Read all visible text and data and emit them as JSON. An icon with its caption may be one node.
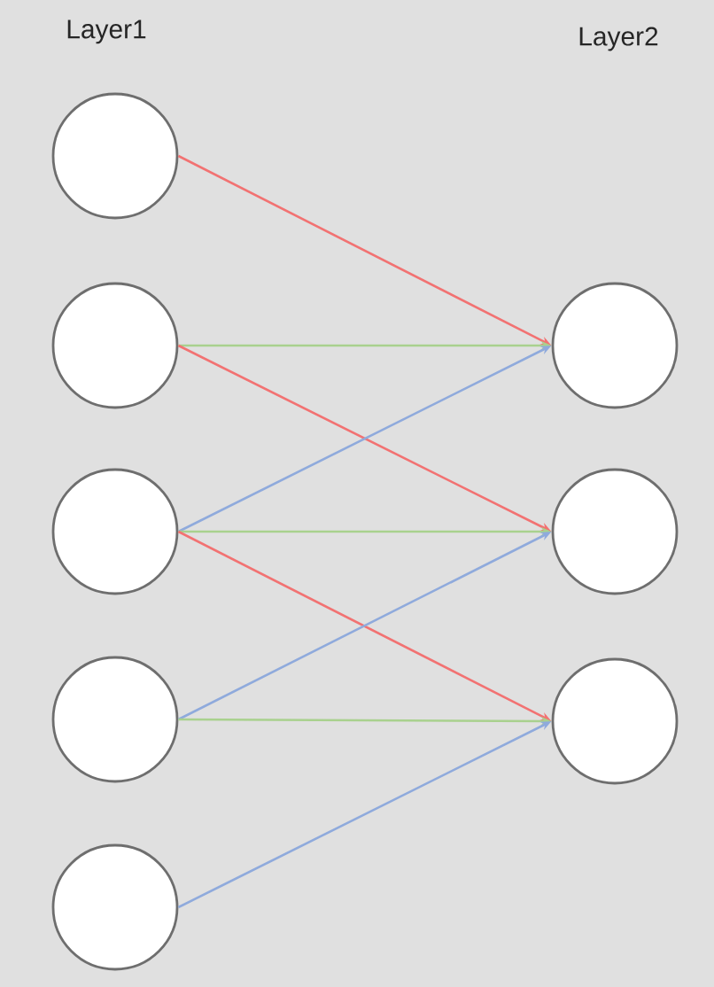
{
  "diagram": {
    "nodes": [
      {
        "text": [],
        "shape": "circle"
      },
      {
        "text": [],
        "shape": "circle"
      },
      {
        "text": [],
        "shape": "circle"
      },
      {
        "text": [],
        "shape": "circle"
      },
      {
        "text": [],
        "shape": "circle"
      },
      {
        "text": [],
        "shape": "circle"
      },
      {
        "text": [],
        "shape": "circle"
      },
      {
        "text": [],
        "shape": "circle"
      }
    ],
    "edges": [
      {
        "from": 0,
        "to": 5,
        "arrow": "to",
        "color": "#f27272"
      },
      {
        "from": 1,
        "to": 5,
        "arrow": "to",
        "color": "#a9d18e"
      },
      {
        "from": 1,
        "to": 6,
        "arrow": "to",
        "color": "#f27272"
      },
      {
        "from": 2,
        "to": 5,
        "arrow": "to",
        "color": "#8faadc"
      },
      {
        "from": 2,
        "to": 6,
        "arrow": "to",
        "color": "#a9d18e"
      },
      {
        "from": 2,
        "to": 7,
        "arrow": "to",
        "color": "#f27272"
      },
      {
        "from": 3,
        "to": 6,
        "arrow": "to",
        "color": "#8faadc"
      },
      {
        "from": 3,
        "to": 7,
        "arrow": "to",
        "color": "#a9d18e"
      },
      {
        "from": 4,
        "to": 7,
        "arrow": "to",
        "color": "#8faadc"
      }
    ],
    "labels": [
      "Layer1",
      "Layer2"
    ]
  }
}
